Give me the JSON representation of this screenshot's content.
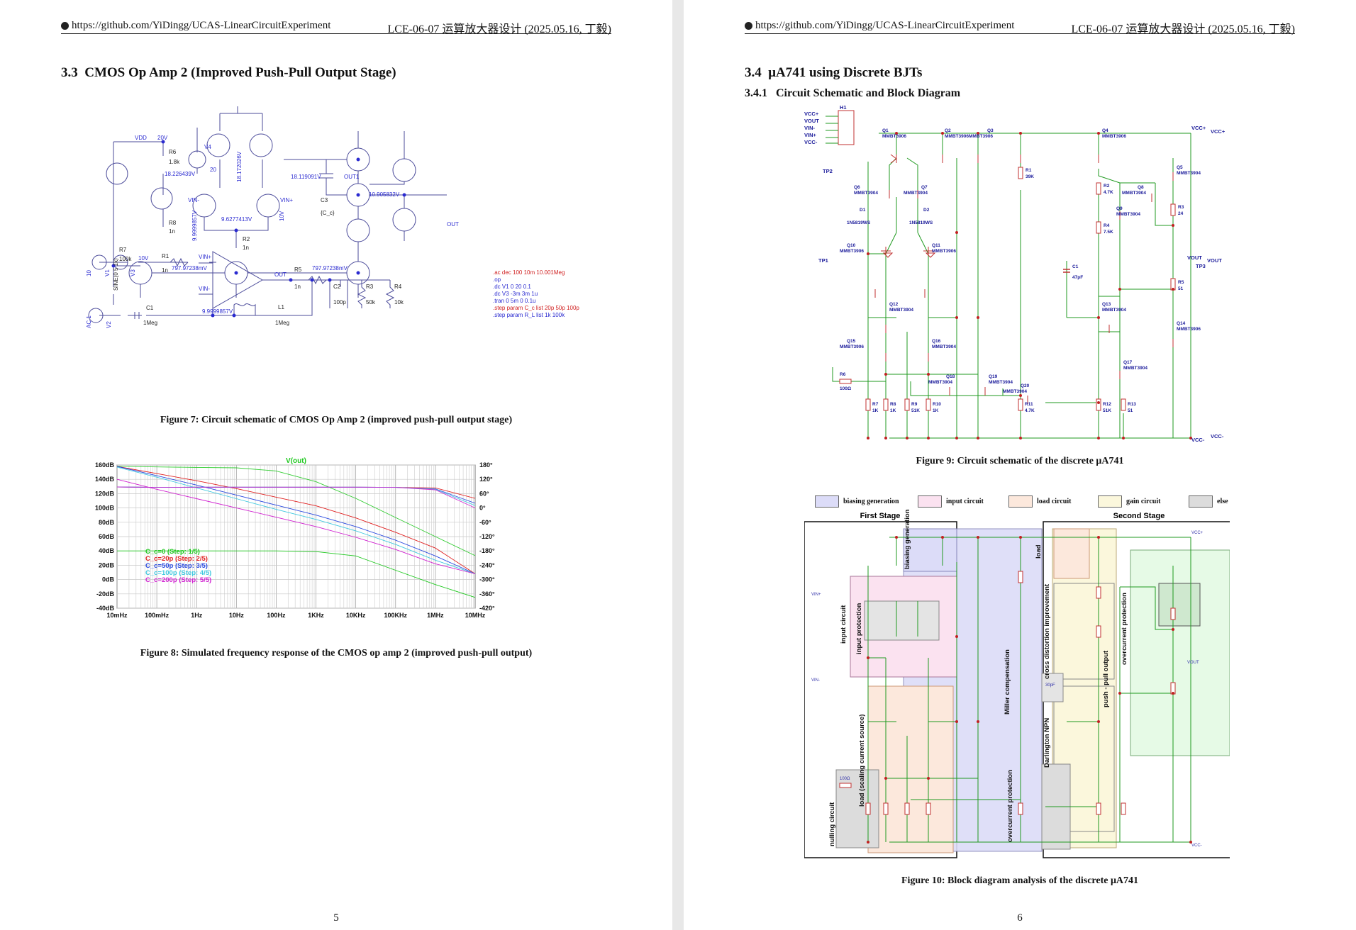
{
  "header": {
    "url": "https://github.com/YiDingg/UCAS-LinearCircuitExperiment",
    "doc_title": "LCE-06-07 运算放大器设计 (2025.05.16, 丁毅)"
  },
  "left_page": {
    "section_number": "3.3",
    "section_title": "CMOS Op Amp 2 (Improved Push-Pull Output Stage)",
    "figure7_caption": "Figure 7: Circuit schematic of CMOS Op Amp 2 (improved push-pull output stage)",
    "schematic": {
      "vdd_label": "VDD",
      "vdd_value": "20V",
      "v4": "V4",
      "v4_value": "20",
      "r6": "R6",
      "r6_value": "1.8k",
      "node1": "18.226439V",
      "r8": "R8",
      "r8_value": "1n",
      "r7": "R7",
      "r7_value": "100k",
      "node2": "18.172026V",
      "node3": "18.119091V",
      "out1": "OUT1",
      "c3": "C3",
      "c3_value": "{C_c}",
      "node4": "10.905832V",
      "vin_minus": "VIN-",
      "vin_plus": "VIN+",
      "node5": "9.9999857V",
      "node6": "9.6277413V",
      "r2": "R2",
      "r2_value": "1n",
      "v10": "10V",
      "out": "OUT",
      "node7": "797.97238mV",
      "node8": "797.97238mV",
      "r1": "R1",
      "r1_value": "1n",
      "v1": "V1",
      "v3": "V3",
      "v1_value": "10",
      "sine": "SINE(0 5 1k)",
      "v10b": "10V",
      "vin_plus2": "VIN+",
      "vin_minus2": "VIN-",
      "out2": "OUT",
      "r5": "R5",
      "r5_value": "1n",
      "c2": "C2",
      "c2_value": "100p",
      "r3": "R3",
      "r3_value": "50k",
      "r4": "R4",
      "r4_value": "10k",
      "c1": "C1",
      "c1_value": "1Meg",
      "l1": "L1",
      "l1_value": "1Meg",
      "node9": "9.9999857V",
      "ac": "AC 1",
      "v2": "V2",
      "directives": [
        ".ac dec 100 10m 10.001Meg",
        ".op",
        ".dc V1 0 20 0.1",
        ".dc V3 -3m 3m 1u",
        ".tran 0 5m 0 0.1u",
        ".step param C_c list  20p 50p 100p",
        ".step param R_L list  1k 100k"
      ]
    },
    "figure8_caption": "Figure 8: Simulated frequency response of the CMOS op amp 2 (improved push-pull output)",
    "page_number": "5"
  },
  "chart_data": {
    "type": "line",
    "title": "V(out)",
    "x_scale": "log",
    "x_ticks": [
      "10mHz",
      "100mHz",
      "1Hz",
      "10Hz",
      "100Hz",
      "1KHz",
      "10KHz",
      "100KHz",
      "1MHz",
      "10MHz"
    ],
    "x_values": [
      0.01,
      0.1,
      1,
      10,
      100,
      1000,
      10000,
      100000,
      1000000,
      10000000
    ],
    "y_left_ticks": [
      "160dB",
      "140dB",
      "120dB",
      "100dB",
      "80dB",
      "60dB",
      "40dB",
      "20dB",
      "0dB",
      "-20dB",
      "-40dB"
    ],
    "y_right_ticks": [
      "180°",
      "120°",
      "60°",
      "0°",
      "-60°",
      "-120°",
      "-180°",
      "-240°",
      "-300°",
      "-360°",
      "-420°"
    ],
    "ylim": [
      -40,
      160
    ],
    "ylim_right": [
      -420,
      180
    ],
    "grid": true,
    "legend_position": "bottom-left",
    "x": [
      0.01,
      0.1,
      1,
      10,
      100,
      1000,
      10000,
      100000,
      1000000,
      10000000
    ],
    "series": [
      {
        "name": "C_c=0  (Step: 1/5)",
        "color": "#1ec81e",
        "gain": [
          40,
          40,
          40,
          40,
          40,
          39,
          33,
          13,
          -7,
          -25
        ],
        "phase": [
          175,
          172,
          170,
          168,
          155,
          110,
          40,
          -40,
          -120,
          -200
        ]
      },
      {
        "name": "C_c=20p  (Step: 2/5)",
        "color": "#e02020",
        "gain": [
          158,
          148,
          138,
          127,
          115,
          103,
          86,
          66,
          44,
          8
        ],
        "phase": [
          88,
          86,
          87,
          87,
          87,
          87,
          87,
          86,
          84,
          40
        ]
      },
      {
        "name": "C_c=50p  (Step: 3/5)",
        "color": "#2a4ae0",
        "gain": [
          158,
          145,
          132,
          118,
          104,
          90,
          74,
          55,
          33,
          8
        ],
        "phase": [
          88,
          86,
          87,
          87,
          87,
          87,
          87,
          86,
          80,
          20
        ]
      },
      {
        "name": "C_c=100p  (Step: 4/5)",
        "color": "#40c8e0",
        "gain": [
          157,
          143,
          128,
          113,
          98,
          84,
          68,
          49,
          27,
          8
        ],
        "phase": [
          88,
          86,
          87,
          87,
          87,
          87,
          87,
          86,
          78,
          10
        ]
      },
      {
        "name": "C_c=200p  (Step: 5/5)",
        "color": "#d020d0",
        "gain": [
          140,
          126,
          113,
          100,
          87,
          74,
          59,
          42,
          22,
          8
        ],
        "phase": [
          88,
          86,
          87,
          87,
          87,
          87,
          87,
          86,
          76,
          0
        ]
      }
    ]
  },
  "right_page": {
    "section_number": "3.4",
    "section_title": "μA741 using Discrete BJTs",
    "subsection_number": "3.4.1",
    "subsection_title": "Circuit Schematic and Block Diagram",
    "figure9_caption": "Figure 9: Circuit schematic of the discrete μA741",
    "figure10_caption": "Figure 10: Block diagram analysis of the discrete μA741",
    "schematic": {
      "h1": "H1",
      "h1_pins": [
        "VCC+",
        "VOUT",
        "VIN-",
        "VIN+",
        "VCC-"
      ],
      "vcc_plus": "VCC+",
      "vcc_minus": "VCC-",
      "vin_plus": "VIN+",
      "vin_minus": "VIN-",
      "vout": "VOUT",
      "tp1": "TP1",
      "tp2": "TP2",
      "tp3": "TP3",
      "pnp": "MMBT3906",
      "npn": "MMBT3904",
      "diode": "1N5819WS",
      "transistors": [
        "Q1",
        "Q2",
        "Q3",
        "Q4",
        "Q5",
        "Q6",
        "Q7",
        "Q8",
        "Q9",
        "Q10",
        "Q11",
        "Q12",
        "Q13",
        "Q14",
        "Q15",
        "Q16",
        "Q17",
        "Q18",
        "Q19",
        "Q20"
      ],
      "d1": "D1",
      "d2": "D2",
      "r1": "R1",
      "r1_value": "39K",
      "r2": "R2",
      "r2_value": "4.7K",
      "r3": "R3",
      "r3_value": "24",
      "r4": "R4",
      "r4_value": "7.5K",
      "r5": "R5",
      "r5_value": "51",
      "r6": "R6",
      "r6_value": "100Ω",
      "r7": "R7",
      "r7_value": "1K",
      "r8": "R8",
      "r8_value": "1K",
      "r9": "R9",
      "r9_value": "51K",
      "r10": "R10",
      "r10_value": "1K",
      "r11": "R11",
      "r11_value": "4.7K",
      "r12": "R12",
      "r12_value": "51K",
      "r13": "R13",
      "r13_value": "51",
      "c1": "C1",
      "c1_value": "47pF"
    },
    "block": {
      "legend": [
        "biasing generation",
        "input circuit",
        "load circuit",
        "gain circuit",
        "else"
      ],
      "legend_colors": [
        "#dcdcf8",
        "#fbe2f0",
        "#fce8dc",
        "#fbf7dc",
        "#dcdcdc"
      ],
      "first_stage": "First Stage",
      "second_stage": "Second Stage",
      "labels": {
        "biasing": "biasing generation",
        "input_circuit": "input circuit",
        "input_protection": "input protection",
        "load_scaling": "load (scaling current source)",
        "nulling": "nulling circuit",
        "miller": "Miller compensation",
        "overcurrent1": "overcurrent protection",
        "load": "load",
        "cross": "cross distortion improvement",
        "darlington": "Darlington NPN",
        "push_pull": "push - pull output",
        "overcurrent2": "overcurrent protection"
      },
      "c1_value": "30pF",
      "r6_value": "100Ω"
    },
    "page_number": "6"
  }
}
